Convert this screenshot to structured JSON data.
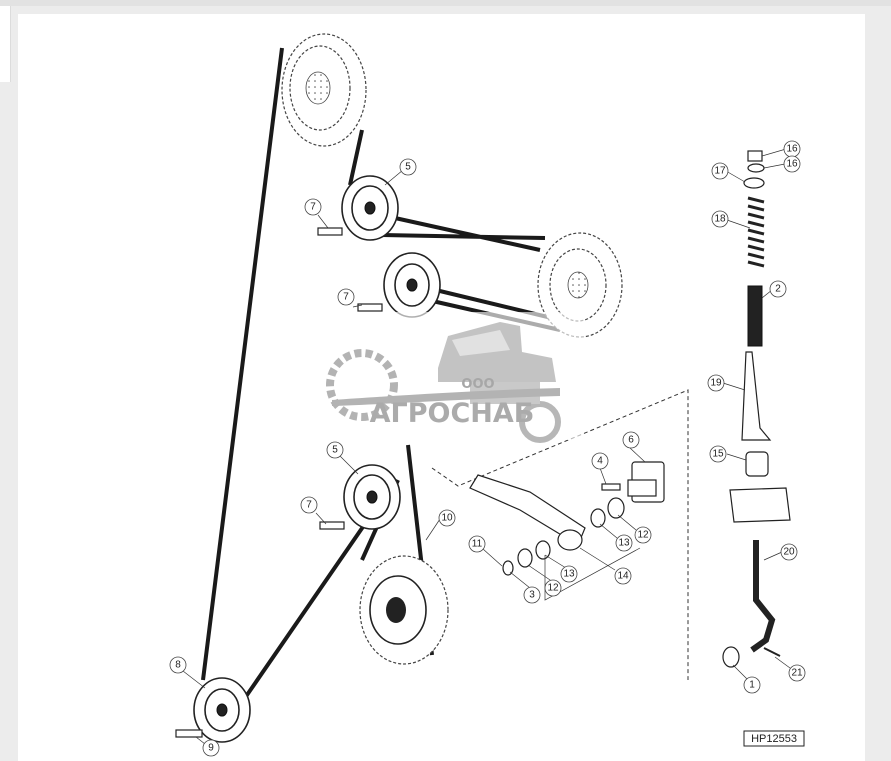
{
  "diagram": {
    "figure_code": "HP12553",
    "callouts": [
      {
        "id": "c16a",
        "text": "16"
      },
      {
        "id": "c16b",
        "text": "16"
      },
      {
        "id": "c17",
        "text": "17"
      },
      {
        "id": "c18",
        "text": "18"
      },
      {
        "id": "c2",
        "text": "2"
      },
      {
        "id": "c19",
        "text": "19"
      },
      {
        "id": "c15",
        "text": "15"
      },
      {
        "id": "c20",
        "text": "20"
      },
      {
        "id": "c1",
        "text": "1"
      },
      {
        "id": "c21",
        "text": "21"
      },
      {
        "id": "c5a",
        "text": "5"
      },
      {
        "id": "c7a",
        "text": "7"
      },
      {
        "id": "c7b",
        "text": "7"
      },
      {
        "id": "c5b",
        "text": "5"
      },
      {
        "id": "c7c",
        "text": "7"
      },
      {
        "id": "c10",
        "text": "10"
      },
      {
        "id": "c8",
        "text": "8"
      },
      {
        "id": "c9",
        "text": "9"
      },
      {
        "id": "c6",
        "text": "6"
      },
      {
        "id": "c4",
        "text": "4"
      },
      {
        "id": "c12a",
        "text": "12"
      },
      {
        "id": "c13a",
        "text": "13"
      },
      {
        "id": "c14",
        "text": "14"
      },
      {
        "id": "c11",
        "text": "11"
      },
      {
        "id": "c12b",
        "text": "12"
      },
      {
        "id": "c13b",
        "text": "13"
      },
      {
        "id": "c3",
        "text": "3"
      }
    ]
  },
  "watermark": {
    "brand": "АГРОСНАБ",
    "prefix": "ООО"
  },
  "colors": {
    "line": "#1a1a1a",
    "watermark": "#9a9a9a",
    "panel": "#ffffff",
    "background": "#ececec"
  }
}
